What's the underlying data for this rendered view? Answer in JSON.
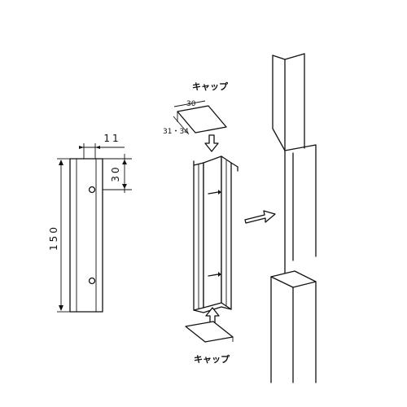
{
  "labels": {
    "cap_top": "キャップ",
    "cap_bottom": "キャップ"
  },
  "dimensions": {
    "height": "150",
    "offset": "30",
    "width": "11",
    "cap_width": "30",
    "cap_depth": "31・34"
  }
}
